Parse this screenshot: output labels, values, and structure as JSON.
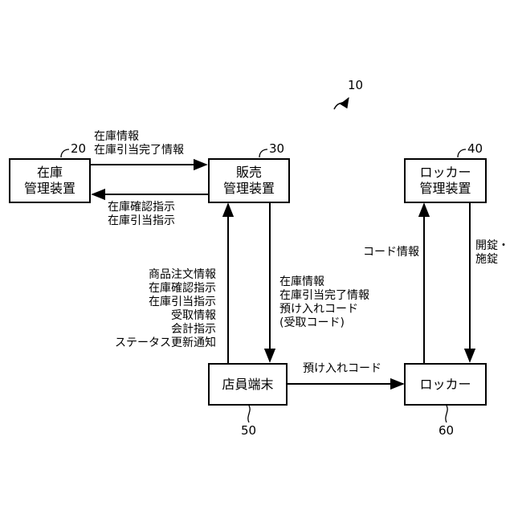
{
  "system_ref": "10",
  "boxes": {
    "inventory": {
      "line1": "在庫",
      "line2": "管理装置",
      "ref": "20"
    },
    "sales": {
      "line1": "販売",
      "line2": "管理装置",
      "ref": "30"
    },
    "locker_mgmt": {
      "line1": "ロッカー",
      "line2": "管理装置",
      "ref": "40"
    },
    "terminal": {
      "line1": "店員端末",
      "ref": "50"
    },
    "locker": {
      "line1": "ロッカー",
      "ref": "60"
    }
  },
  "labels": {
    "inv_to_sales": [
      "在庫情報",
      "在庫引当完了情報"
    ],
    "sales_to_inv": [
      "在庫確認指示",
      "在庫引当指示"
    ],
    "terminal_to_sales": [
      "商品注文情報",
      "在庫確認指示",
      "在庫引当指示",
      "受取情報",
      "会計指示",
      "ステータス更新通知"
    ],
    "sales_to_terminal": [
      "在庫情報",
      "在庫引当完了情報",
      "預け入れコード",
      "(受取コード)"
    ],
    "terminal_to_locker": "預け入れコード",
    "locker_to_mgmt": "コード情報",
    "mgmt_to_locker": [
      "開錠・",
      "施錠"
    ]
  }
}
